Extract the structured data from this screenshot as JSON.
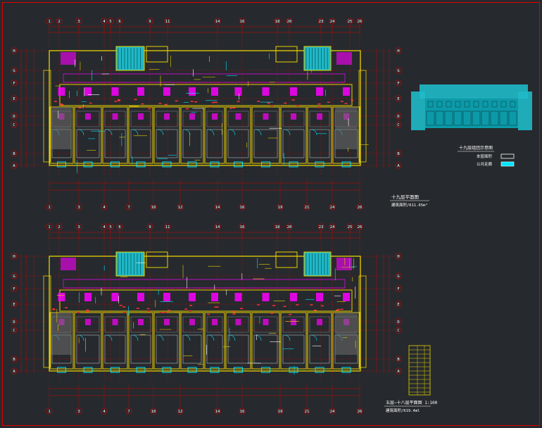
{
  "columns": [
    "1",
    "2",
    "3",
    "4",
    "5",
    "6",
    "9",
    "11",
    "14",
    "16",
    "18",
    "20",
    "23",
    "24",
    "25",
    "26"
  ],
  "columns_bottom": [
    "1",
    "3",
    "4",
    "7",
    "10",
    "12",
    "14",
    "16",
    "19",
    "21",
    "24",
    "26"
  ],
  "rows": [
    "H",
    "G",
    "F",
    "E",
    "D",
    "C",
    "B",
    "A"
  ],
  "plan_upper": {
    "title": "十九层平面图",
    "subtitle": "建筑面积/611.65m²"
  },
  "plan_lower": {
    "title": "五层~十八层平面图 1:100",
    "subtitle": "建筑面积/619.4ml"
  },
  "key_plan": {
    "title": "十九层组团示意图",
    "legend": [
      {
        "label": "本层面积",
        "color": "#ffffff"
      },
      {
        "label": "公共走廊",
        "color": "#00e5ff"
      }
    ]
  },
  "colors": {
    "background": "#262a2e",
    "wall": "#e8d000",
    "magenta": "#ff00ff",
    "cyan": "#00e5ff",
    "dim": "#d00000",
    "grey": "#8a8a8a"
  }
}
